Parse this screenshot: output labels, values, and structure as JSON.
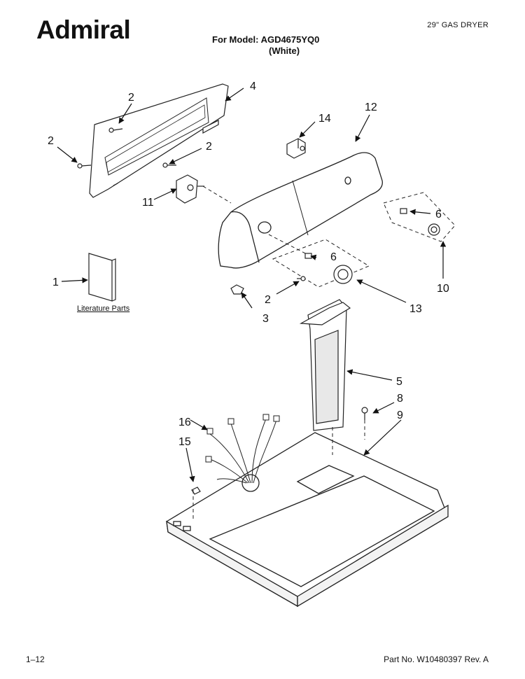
{
  "header": {
    "brand": "Admiral",
    "model_line": "For Model: AGD4675YQ0",
    "color_line": "(White)",
    "product": "29\" GAS DRYER"
  },
  "footer": {
    "page": "1–12",
    "part_number": "Part No. W10480397 Rev. A"
  },
  "literature_label": "Literature Parts",
  "callouts": {
    "c1": "1",
    "c2a": "2",
    "c2b": "2",
    "c2c": "2",
    "c2d": "2",
    "c3": "3",
    "c4": "4",
    "c5": "5",
    "c6a": "6",
    "c6b": "6",
    "c8": "8",
    "c9": "9",
    "c10": "10",
    "c11": "11",
    "c12": "12",
    "c13": "13",
    "c14": "14",
    "c15": "15",
    "c16": "16"
  }
}
